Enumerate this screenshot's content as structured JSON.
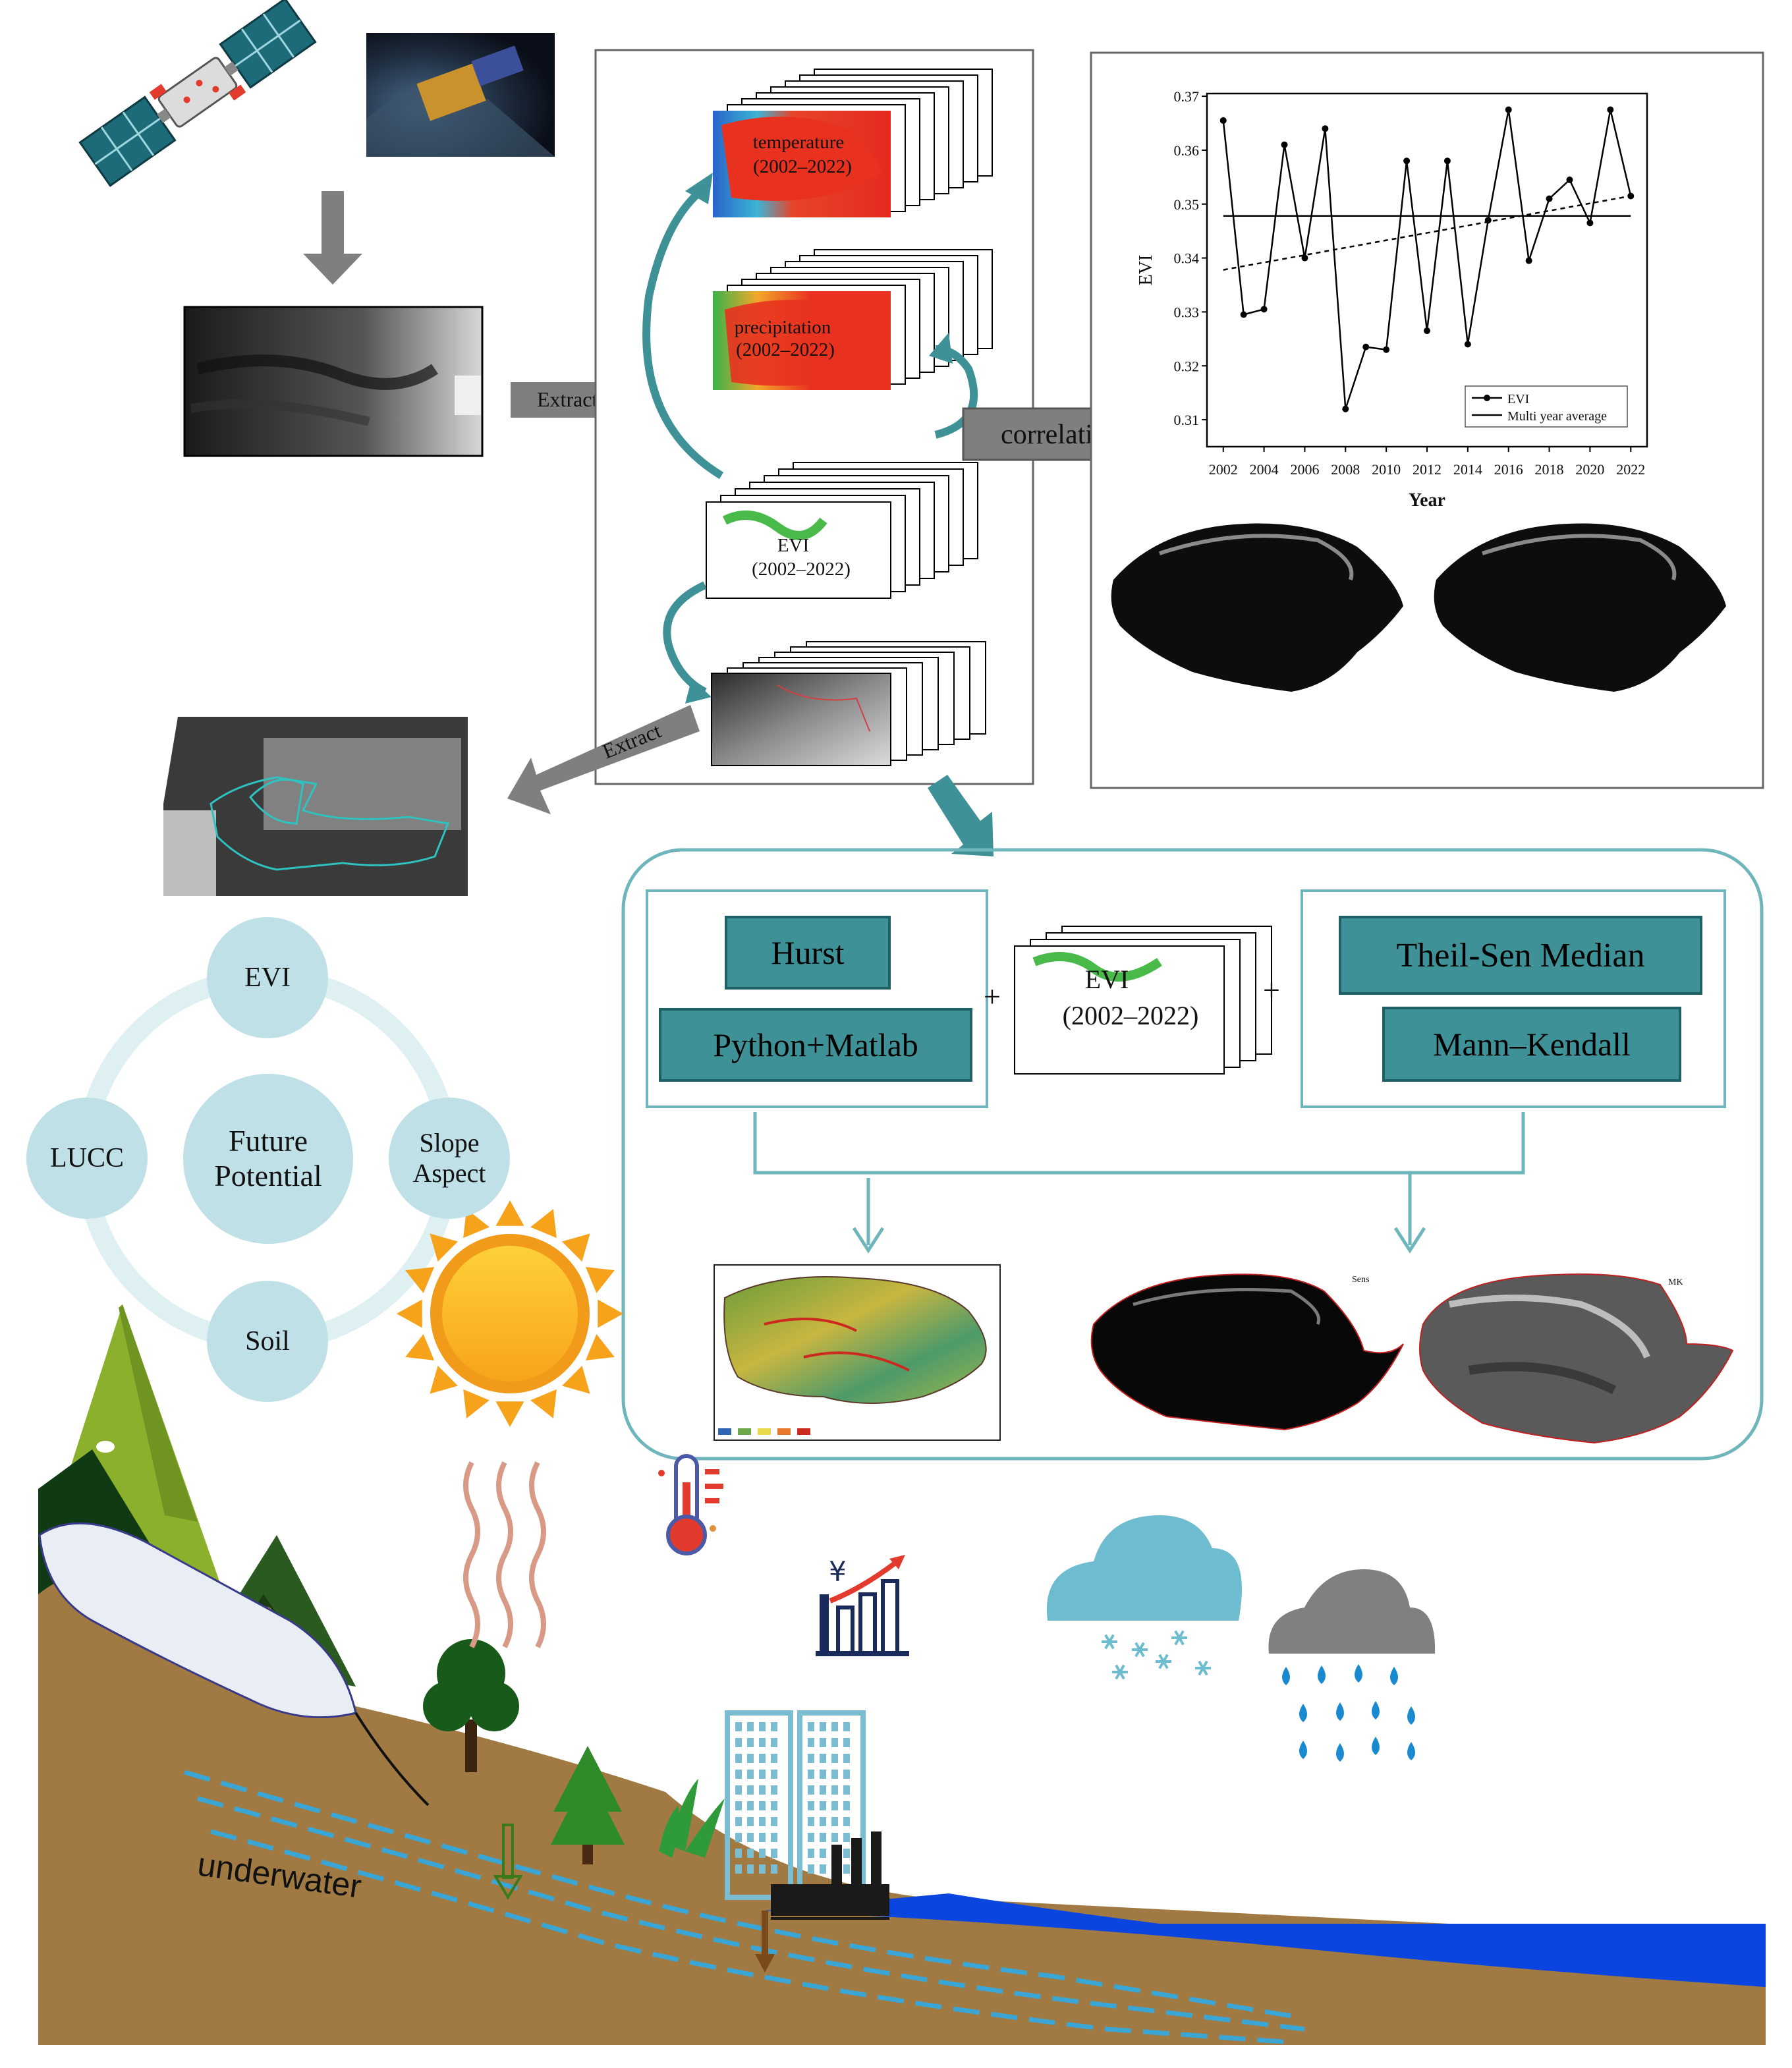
{
  "workflow": {
    "extract_top": "Extract",
    "extract_mid": "Extract",
    "correlation": "correlation",
    "stacks": {
      "temperature": [
        "temperature",
        "(2002–2022)"
      ],
      "precipitation": [
        "precipitation",
        "(2002–2022)"
      ],
      "evi": [
        "EVI",
        "(2002–2022)"
      ]
    }
  },
  "analysis": {
    "hurst": "Hurst",
    "python_matlab": "Python+Matlab",
    "theil_sen": "Theil-Sen Median",
    "mann_kendall": "Mann–Kendall",
    "evi_stack": [
      "EVI",
      "(2002–2022)"
    ],
    "plus": "+",
    "map_sens_label": "Sens",
    "map_mk_label": "MK"
  },
  "factors": {
    "evi": "EVI",
    "lucc": "LUCC",
    "center": [
      "Future",
      "Potential"
    ],
    "slope": [
      "Slope",
      "Aspect"
    ],
    "soil": "Soil"
  },
  "landscape": {
    "underwater": "underwater",
    "currency_symbol": "¥"
  },
  "chart_data": {
    "type": "line",
    "xlabel": "Year",
    "ylabel": "EVI",
    "xlim": [
      2001.2,
      2022.8
    ],
    "ylim": [
      0.305,
      0.3705
    ],
    "xticks": [
      "2002",
      "2004",
      "2006",
      "2008",
      "2010",
      "2012",
      "2014",
      "2016",
      "2018",
      "2020",
      "2022"
    ],
    "yticks": [
      "0.31",
      "0.32",
      "0.33",
      "0.34",
      "0.35",
      "0.36",
      "0.37"
    ],
    "x": [
      2002,
      2003,
      2004,
      2005,
      2006,
      2007,
      2008,
      2009,
      2010,
      2011,
      2012,
      2013,
      2014,
      2015,
      2016,
      2017,
      2018,
      2019,
      2020,
      2021,
      2022
    ],
    "series": [
      {
        "name": "EVI",
        "values": [
          0.3655,
          0.3295,
          0.3305,
          0.361,
          0.34,
          0.364,
          0.312,
          0.3235,
          0.323,
          0.358,
          0.3265,
          0.358,
          0.324,
          0.347,
          0.3675,
          0.3395,
          0.351,
          0.3545,
          0.3465,
          0.3675,
          0.3515
        ]
      },
      {
        "name": "Multi year average",
        "values": [
          0.3478,
          0.3478
        ]
      }
    ],
    "trend": [
      0.3378,
      0.3515
    ],
    "legend": "bottom-right",
    "grid": false
  }
}
